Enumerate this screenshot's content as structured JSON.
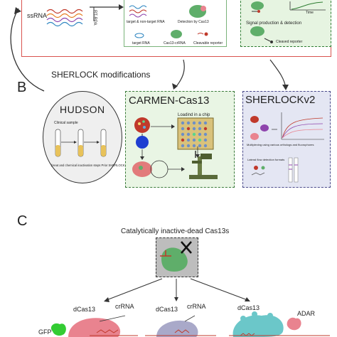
{
  "panel_a": {
    "ssrna_label": "ssRNA",
    "rt_rpa_label": "RT-RPA",
    "target_nontarget_label": "target & non-target RNA",
    "detection_label": "Detection by Cas13",
    "target_rna_label": "target RNA",
    "crrna_label": "Cas13-crRNA",
    "cleavable_reporter_label": "Cleavable reporter",
    "signal_label": "Signal production & detection",
    "cleaved_reporter_label": "Cleaved reporter",
    "time_label": "Time"
  },
  "panel_b": {
    "letter": "B",
    "title": "SHERLOCK modifications",
    "hudson_title": "HUDSON",
    "hudson_clinical": "Clinical sample",
    "hudson_steps": "(Heat and chemical inactivation steps Prior SHERLOCK)",
    "carmen_title": "CARMEN-Cas13",
    "carmen_loading": "Loadind in a chip",
    "sherlock2_title": "SHERLOCKv2",
    "sherlock2_multiplex": "Multiplexing using various orthologs and fluorophores",
    "sherlock2_lateral": "Lateral flow detection formats"
  },
  "panel_c": {
    "letter": "C",
    "title": "Catalytically inactive-dead Cas13s",
    "left_dcas": "dCas13",
    "left_crrna": "crRNA",
    "gfp_label": "GFP",
    "mid_dcas": "dCas13",
    "mid_crrna": "crRNA",
    "right_dcas": "dCas13",
    "adar_label": "ADAR"
  },
  "colors": {
    "red_border": "#d9534f",
    "green_fill": "#e9f5e4",
    "blue_fill": "#e4e6f3",
    "cas_green": "#5fae6a",
    "pink": "#e9838f",
    "teal": "#6bc7c9",
    "gfp_green": "#33cc33"
  }
}
